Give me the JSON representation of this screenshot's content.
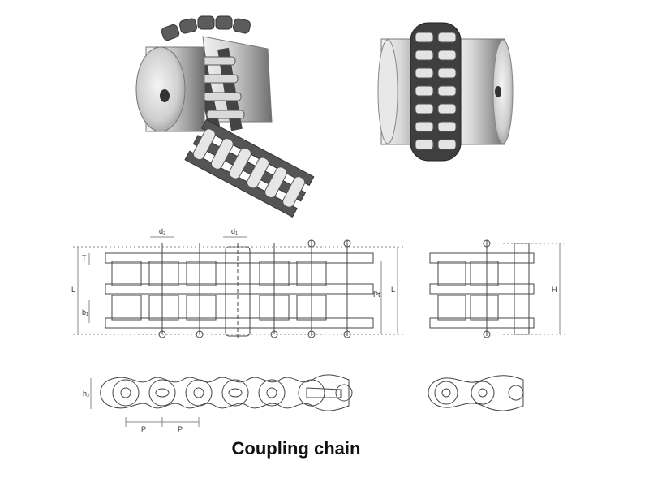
{
  "caption": "Coupling chain",
  "colors": {
    "metal_light": "#e6e6e6",
    "metal_mid": "#a9a9a9",
    "metal_dark": "#555555",
    "line": "#444444",
    "dim_line": "#888888"
  },
  "dimension_labels": {
    "pin_diameter_left": "d₂",
    "pin_diameter_right": "d₁",
    "thickness": "T",
    "length_left": "L",
    "b1": "b₁",
    "pitch_transverse": "Pt",
    "inner_width": "L",
    "side_height": "H",
    "plate_height": "h₂",
    "pitch_1": "P",
    "pitch_2": "P"
  }
}
